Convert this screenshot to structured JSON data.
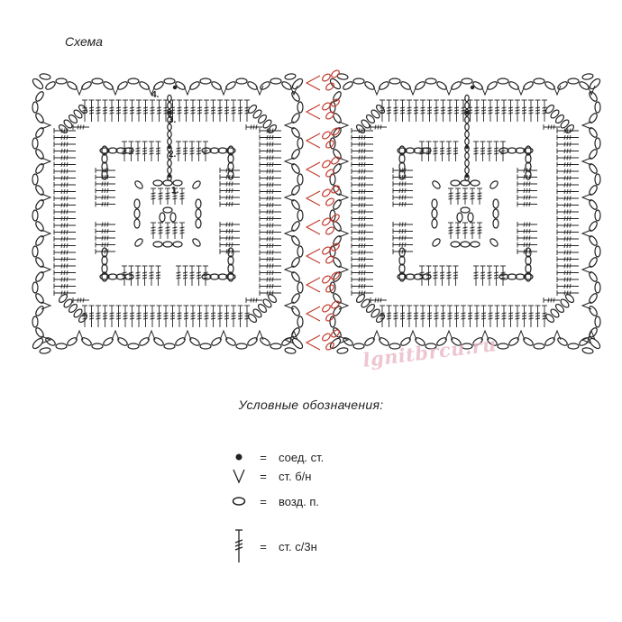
{
  "title": "Схема",
  "row_numbers": [
    "1.",
    "2.",
    "3.",
    "4."
  ],
  "watermark": "lgnitbrcu.ru",
  "legend": {
    "title": "Условные обозначения:",
    "equals": "=",
    "items": [
      {
        "icon": "slip-stitch-dot-icon",
        "label": "соед. ст."
      },
      {
        "icon": "single-crochet-v-icon",
        "label": "ст. б/н"
      },
      {
        "icon": "chain-oval-icon",
        "label": "возд. п."
      },
      {
        "icon": "triple-crochet-icon",
        "label": "ст. с/3н"
      }
    ]
  },
  "colors": {
    "ink": "#222222",
    "join": "#c0392b",
    "watermark": "#e9b9c6"
  }
}
